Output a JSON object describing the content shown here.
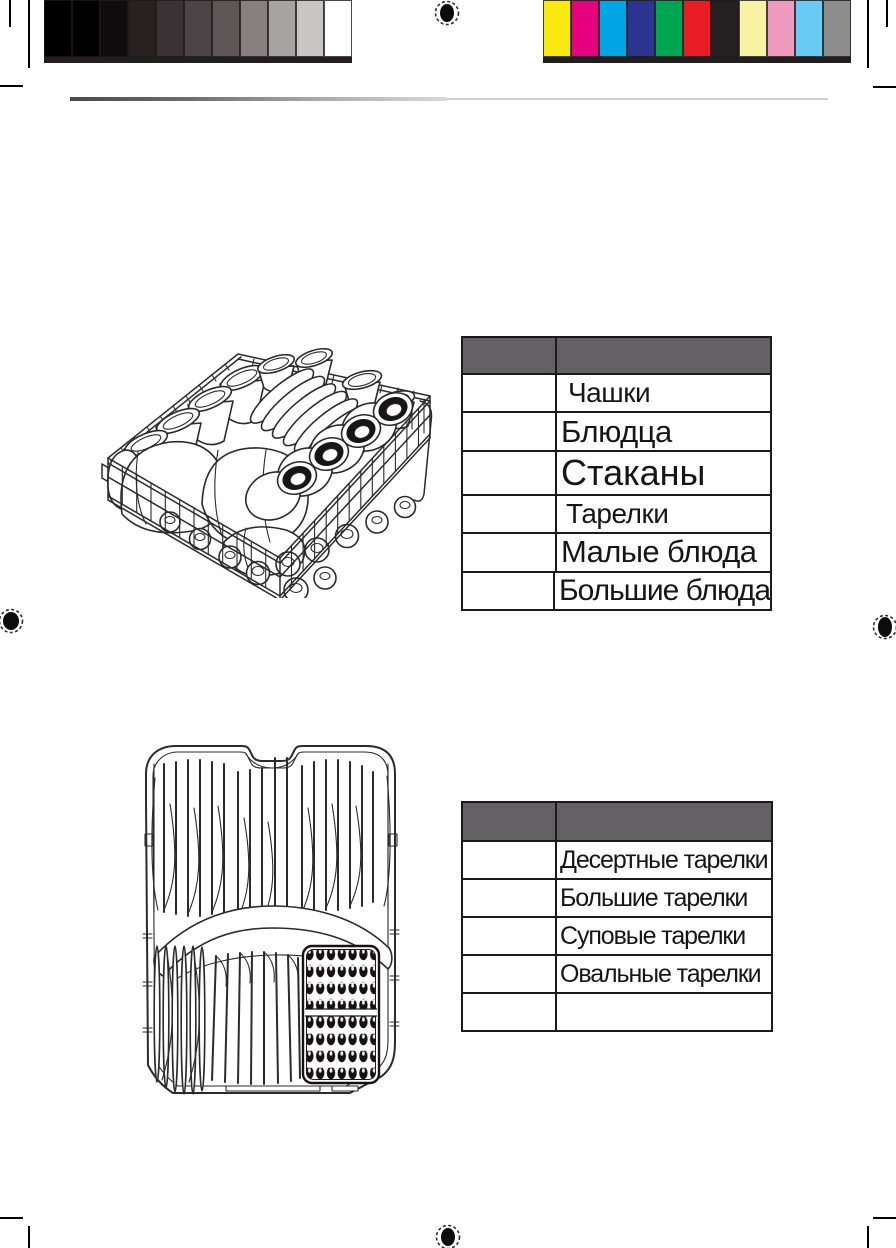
{
  "colors": {
    "table_header_fill": "#646165",
    "table_border": "#1b1b1b",
    "line_art": "#2b2b2b"
  },
  "icons": {
    "registration_mark": "dashed-circle-with-solid-dot",
    "crop_mark": "corner-trim-line",
    "grayscale_calibration_bar": "swatch-strip",
    "color_calibration_bar": "swatch-strip"
  },
  "calibration": {
    "grayscale_bar": [
      "#000000",
      "#010101",
      "#100b0c",
      "#272122",
      "#3a3234",
      "#4c4547",
      "#5e5758",
      "#877f80",
      "#a8a3a3",
      "#c9c5c4",
      "#ffffff"
    ],
    "color_bar": [
      "#f9e911",
      "#e6007e",
      "#00a5e3",
      "#2b3590",
      "#00a551",
      "#e91d25",
      "#241f21",
      "#f8f3a2",
      "#f09ac0",
      "#69cbf4",
      "#8d8d8d"
    ]
  },
  "tables": {
    "lower_rack": {
      "header": {
        "col1": "",
        "col2": ""
      },
      "rows": [
        {
          "qty": "",
          "item": "Чашки"
        },
        {
          "qty": "",
          "item": "Блюдца"
        },
        {
          "qty": "",
          "item": "Стаканы"
        },
        {
          "qty": "",
          "item": "Тарелки"
        },
        {
          "qty": "",
          "item": "Малые блюда"
        },
        {
          "qty": "",
          "item": "Большие блюда"
        }
      ]
    },
    "upper_rack": {
      "header": {
        "col1": "",
        "col2": ""
      },
      "rows": [
        {
          "qty": "",
          "item": "Десертные тарелки"
        },
        {
          "qty": "",
          "item": "Большие тарелки"
        },
        {
          "qty": "",
          "item": "Суповые тарелки"
        },
        {
          "qty": "",
          "item": "Овальные тарелки"
        },
        {
          "qty": "",
          "item": ""
        }
      ]
    }
  }
}
